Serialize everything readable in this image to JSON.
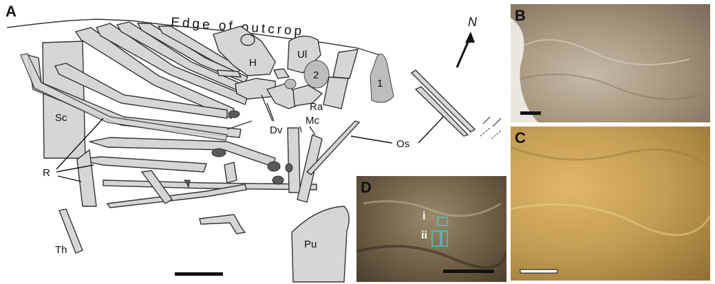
{
  "figure": {
    "panels": {
      "a": "A",
      "b": "B",
      "c": "C",
      "d": "D"
    },
    "drawing": {
      "outcrop_label": "Edge of outcrop",
      "north_label": "N",
      "labels": {
        "sc": "Sc",
        "h": "H",
        "ul": "Ul",
        "n2": "2",
        "n1": "1",
        "ra": "Ra",
        "dv": "Dv",
        "mc": "Mc",
        "os": "Os",
        "r": "R",
        "th": "Th",
        "pu": "Pu"
      }
    },
    "photo_d": {
      "marker_i": "i",
      "marker_ii": "ii"
    },
    "colors": {
      "bone_fill": "#d6d6d6",
      "outline": "#333333",
      "photo_b": "#b8ab96",
      "photo_c": "#c49a4e",
      "photo_d": "#7d6e52",
      "marker_cyan": "#4cc9d6"
    }
  }
}
